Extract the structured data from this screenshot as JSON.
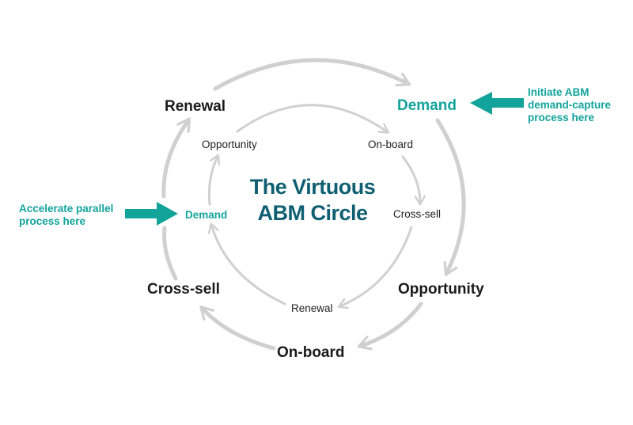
{
  "title_line1": "The Virtuous",
  "title_line2": "ABM Circle",
  "outer": {
    "demand": "Demand",
    "opportunity": "Opportunity",
    "onboard": "On-board",
    "crosssell": "Cross-sell",
    "renewal": "Renewal"
  },
  "inner": {
    "demand": "Demand",
    "opportunity": "Opportunity",
    "onboard": "On-board",
    "crosssell": "Cross-sell",
    "renewal": "Renewal"
  },
  "notes": {
    "right_line1": "Initiate ABM",
    "right_line2": "demand-capture",
    "right_line3": "process here",
    "left_line1": "Accelerate parallel",
    "left_line2": "process here"
  },
  "colors": {
    "teal": "#12a39b",
    "title": "#0f5f72",
    "ring_arrow": "#d0d0d0",
    "text": "#1a1a1a"
  }
}
